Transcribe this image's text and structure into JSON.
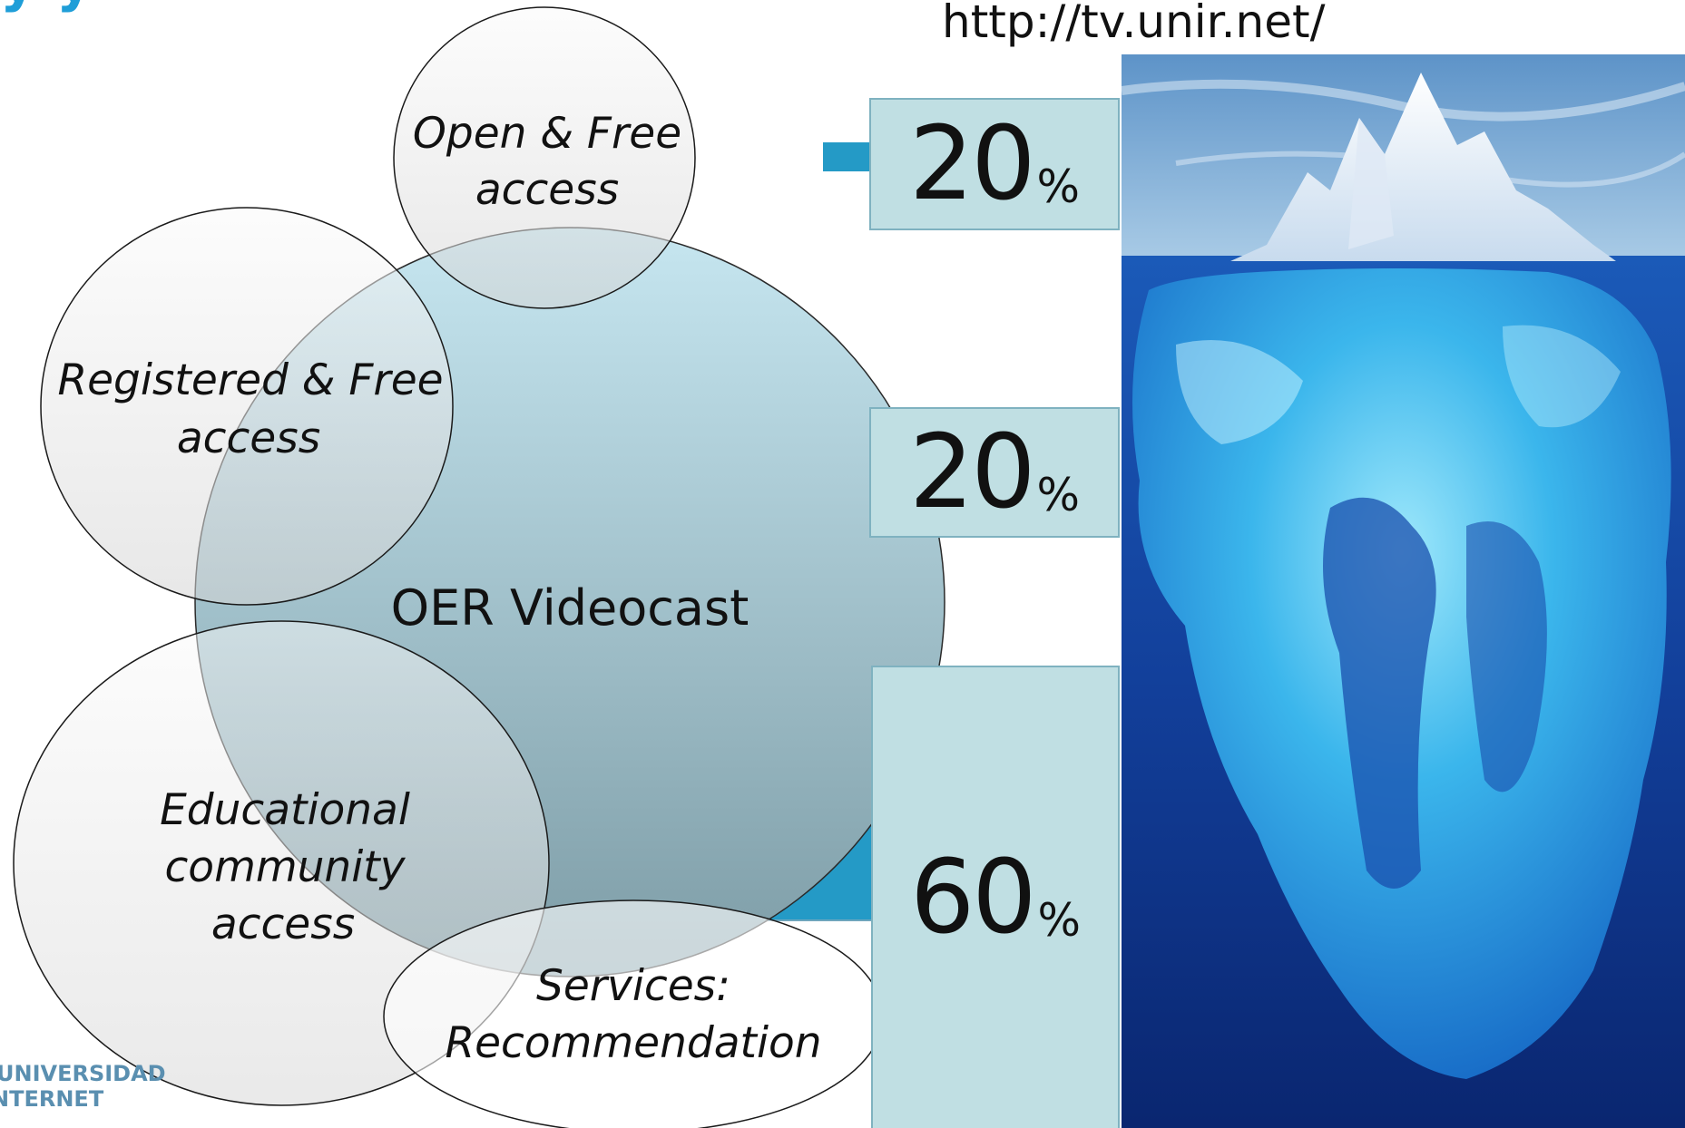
{
  "header": {
    "title_fragment": "y         y",
    "url": "http://tv.unir.net/"
  },
  "diagram": {
    "center_label": "OER Videocast",
    "circles": [
      {
        "id": "open",
        "lines": [
          "Open & Free",
          "access"
        ]
      },
      {
        "id": "registered",
        "lines": [
          "Registered & Free",
          "access"
        ]
      },
      {
        "id": "educational",
        "lines": [
          "Educational",
          "community",
          "access"
        ]
      },
      {
        "id": "services",
        "lines": [
          "Services:",
          "Recommendation"
        ]
      }
    ]
  },
  "tiers": [
    {
      "id": "tier-1",
      "value": "20",
      "unit": "%"
    },
    {
      "id": "tier-2",
      "value": "20",
      "unit": "%"
    },
    {
      "id": "tier-3",
      "value": "60",
      "unit": "%"
    }
  ],
  "logo": {
    "line1": "UNIVERSIDAD",
    "line2": "NTERNET"
  },
  "colors": {
    "accent_blue": "#1f9ed8",
    "bar_blue": "#249ac6",
    "box_fill": "#c0dfe3",
    "big_circle_top": "#c6e6f0",
    "big_circle_bottom": "#7d9ca6"
  }
}
